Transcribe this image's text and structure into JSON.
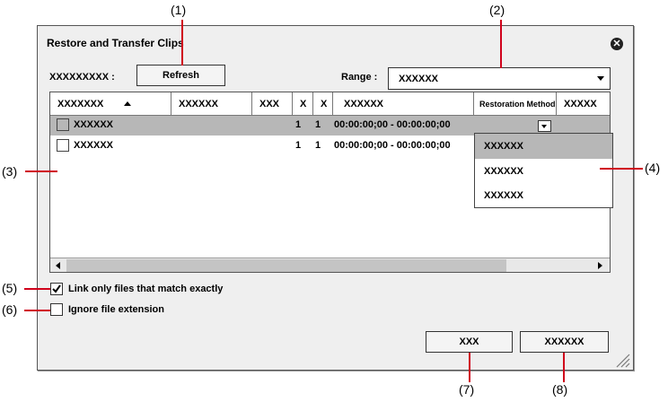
{
  "dialog": {
    "title": "Restore and Transfer Clips"
  },
  "toolbar": {
    "label": "XXXXXXXXX :",
    "refresh_label": "Refresh",
    "range_label": "Range :",
    "range_value": "XXXXXX"
  },
  "table": {
    "columns": [
      "XXXXXXX",
      "XXXXXX",
      "XXX",
      "X",
      "X",
      "XXXXXX",
      "Restoration Method",
      "XXXXX"
    ],
    "rows": [
      {
        "name": "XXXXXX",
        "c1": "1",
        "c2": "1",
        "timecode": "00:00:00;00 - 00:00:00;00",
        "checked": false,
        "selected": true
      },
      {
        "name": "XXXXXX",
        "c1": "1",
        "c2": "1",
        "timecode": "00:00:00;00 - 00:00:00;00",
        "checked": false,
        "selected": false
      }
    ]
  },
  "dropdown": {
    "options": [
      "XXXXXX",
      "XXXXXX",
      "XXXXXX"
    ]
  },
  "options": {
    "link_exact_label": "Link only files that match exactly",
    "link_exact_checked": true,
    "ignore_ext_label": "Ignore file extension",
    "ignore_ext_checked": false
  },
  "buttons": {
    "ok_label": "XXX",
    "cancel_label": "XXXXXX"
  },
  "callouts": [
    "(1)",
    "(2)",
    "(3)",
    "(4)",
    "(5)",
    "(6)",
    "(7)",
    "(8)"
  ],
  "colors": {
    "callout_line": "#d0021b",
    "selection": "#b7b7b7"
  }
}
